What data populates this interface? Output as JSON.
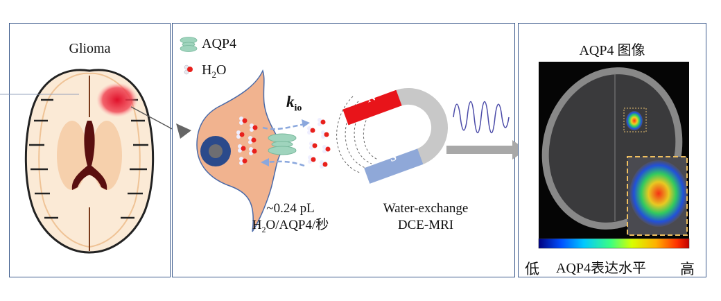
{
  "panels": {
    "glioma": {
      "title": "Glioma"
    },
    "mechanism": {
      "legend": [
        {
          "icon": "aqp4-channel-icon",
          "label": "AQP4"
        },
        {
          "icon": "water-molecule-icon",
          "label_main": "H",
          "label_sub": "2",
          "label_tail": "O"
        }
      ],
      "rate_label_main": "k",
      "rate_label_sub": "io",
      "flux_line1": "~0.24 pL",
      "flux_line2_a": "H",
      "flux_line2_sub": "2",
      "flux_line2_b": "O/AQP4/秒",
      "magnet_north": "N",
      "magnet_south": "S",
      "method_line1": "Water-exchange",
      "method_line2": "DCE-MRI"
    },
    "aqp4_image": {
      "title": "AQP4 图像",
      "colorbar_label": "AQP4表达水平",
      "colorbar_low": "低",
      "colorbar_high": "高",
      "colorbar_colors": [
        "#00007f",
        "#0050ff",
        "#00c8ff",
        "#3cff80",
        "#d8ff00",
        "#ffb000",
        "#ff3000",
        "#c00000"
      ]
    }
  },
  "colors": {
    "panel_border": "#3c5a8c",
    "cell_fill": "#f1b38f",
    "nucleus": "#2b4a8b",
    "aqp4": "#9fd4bd",
    "water_red": "#e8201c",
    "arrow_blue": "#8aa7dd",
    "magnet_north": "#e8141a",
    "magnet_south": "#8fa8d8",
    "magnet_body": "#c8c8c8",
    "flow_arrow": "#a8a8a8"
  }
}
